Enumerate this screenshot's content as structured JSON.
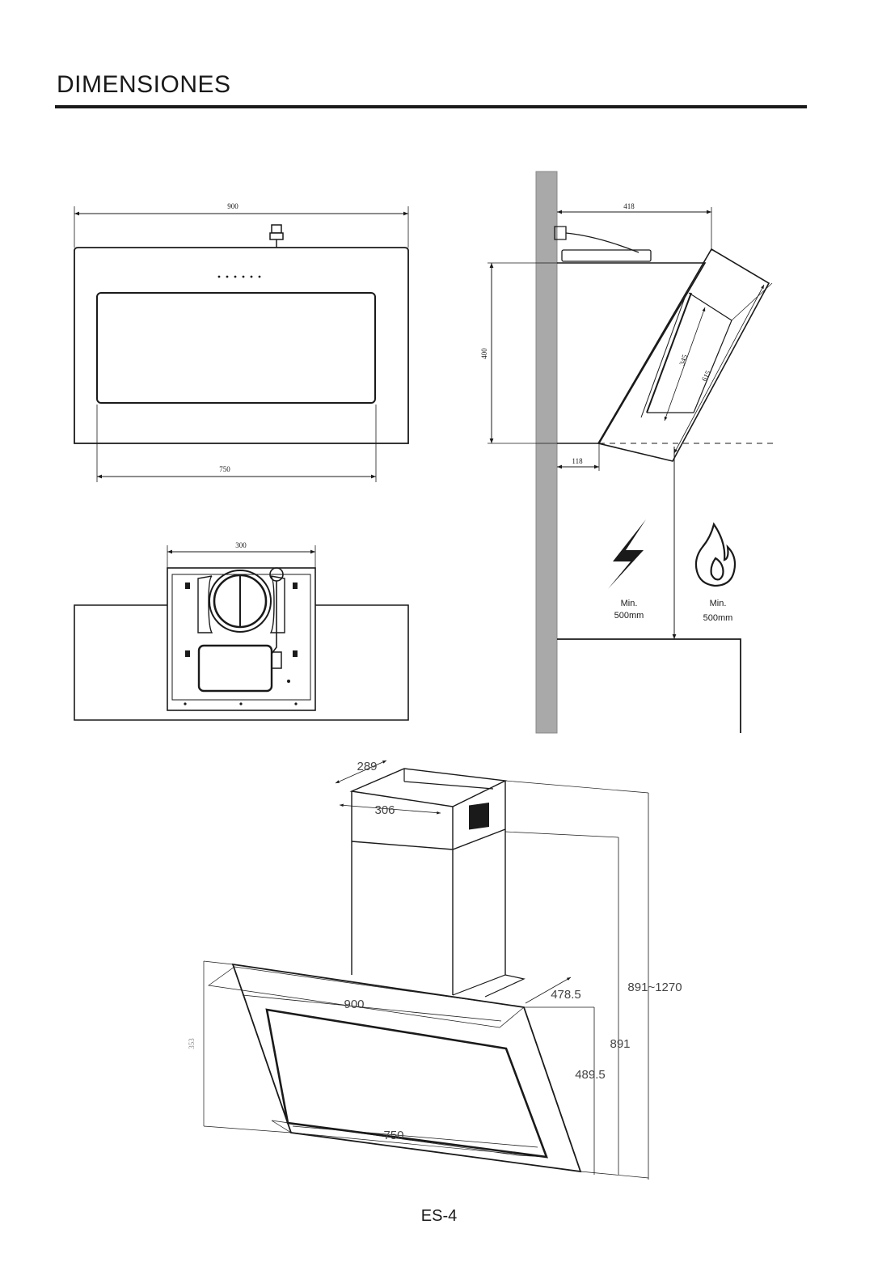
{
  "page": {
    "title": "DIMENSIONES",
    "page_number": "ES-4"
  },
  "front_view": {
    "overall_width": "900",
    "glass_width": "750"
  },
  "top_view": {
    "chimney_width": "300"
  },
  "side_view": {
    "depth": "418",
    "height": "400",
    "inner_panel": "345",
    "glass_length": "615",
    "offset": "118",
    "clearance_electric_label": "Min.",
    "clearance_electric_value": "500mm",
    "clearance_gas_label": "Min.",
    "clearance_gas_value": "500mm"
  },
  "perspective_view": {
    "chimney_depth": "289",
    "chimney_width": "306",
    "width": "900",
    "bottom_width": "750",
    "depth": "478.5",
    "height_range": "891~1270",
    "chimney_height": "891",
    "body_height": "489.5",
    "body_left_height": "353"
  },
  "colors": {
    "line": "#1a1a1a",
    "wall": "#a9a9a9",
    "dim_line": "#555555"
  }
}
